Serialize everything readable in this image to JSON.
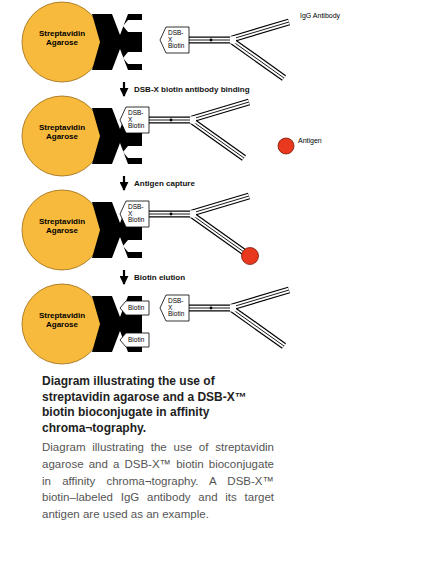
{
  "diagram": {
    "title": "Diagram illustrating the use of streptavidin agarose and a DSB-X™ biotin bioconjugate in affinity chroma¬tography.",
    "caption": "Diagram illustrating the use of streptavidin agarose and a DSB-X™ biotin bioconjugate in affinity chroma¬tography. A DSB-X™ biotin–labeled IgG antibody and its target antigen are used as an example.",
    "nodes": [
      {
        "text": [
          "Streptavidin Agarose"
        ]
      },
      {
        "text": [
          "DSB-X Biotin"
        ]
      },
      {
        "text": [
          "Streptavidin Agarose"
        ]
      },
      {
        "text": [
          "DSB-X Biotin"
        ]
      },
      {
        "text": [
          "Streptavidin Agarose"
        ]
      },
      {
        "text": [
          "DSB-X Biotin"
        ]
      },
      {
        "text": [
          "Streptavidin Agarose"
        ]
      },
      {
        "text": [
          "Biotin"
        ]
      },
      {
        "text": [
          "Biotin"
        ]
      },
      {
        "text": [
          "DSB-X Biotin"
        ]
      }
    ],
    "edges": [
      {
        "from": 0,
        "to": 2,
        "arrow": "to",
        "label": "DSB-X biotin antibody binding"
      },
      {
        "from": 2,
        "to": 4,
        "arrow": "to",
        "label": "Antigen capture"
      },
      {
        "from": 4,
        "to": 6,
        "arrow": "to",
        "label": "Biotin elution"
      }
    ],
    "labels": [
      "IgG Antibody",
      "Antigen"
    ]
  }
}
